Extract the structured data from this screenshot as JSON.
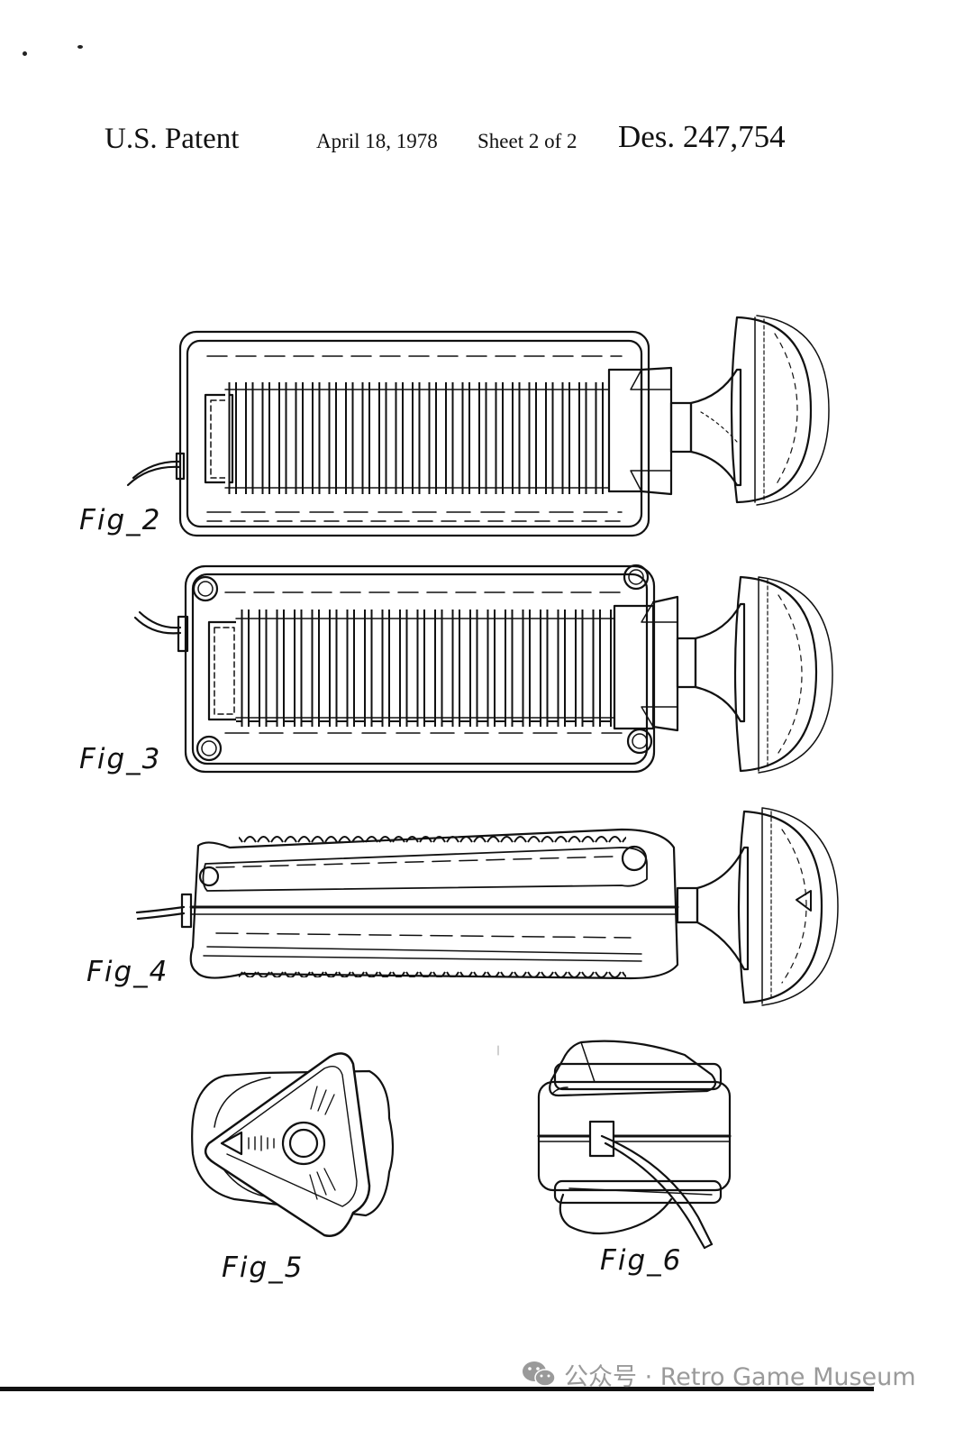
{
  "header": {
    "patent_label": "U.S. Patent",
    "date": "April 18, 1978",
    "sheet": "Sheet 2 of 2",
    "design_number": "Des. 247,754"
  },
  "figures": [
    {
      "label": "Fig_2"
    },
    {
      "label": "Fig_3"
    },
    {
      "label": "Fig_4"
    },
    {
      "label": "Fig_5"
    },
    {
      "label": "Fig_6"
    }
  ],
  "watermark": {
    "text": "公众号 · Retro Game Museum",
    "icon": "wechat-icon"
  },
  "colors": {
    "ink": "#111111",
    "paper": "#ffffff",
    "watermark": "#9a9a9a"
  }
}
